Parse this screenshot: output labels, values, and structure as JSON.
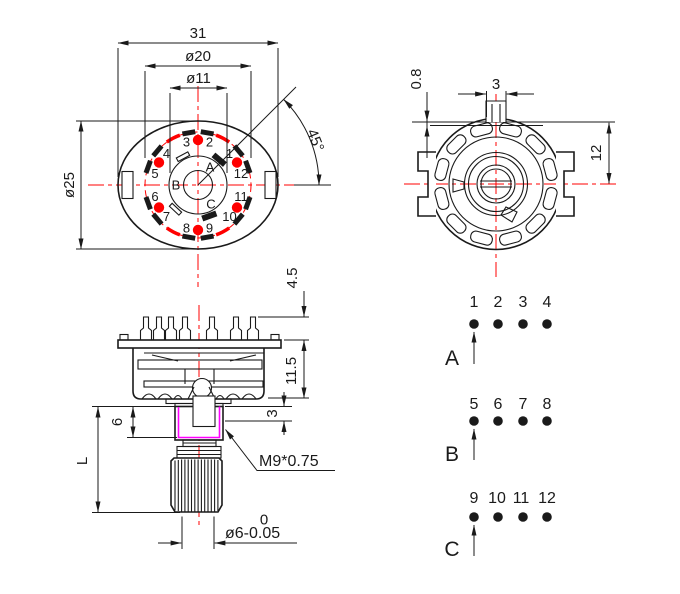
{
  "drawing": {
    "front_view": {
      "dims": {
        "overall_width": "31",
        "contact_circle": "ø20",
        "inner_circle": "ø11",
        "body_height": "ø25",
        "step_angle": "45°"
      },
      "position_labels": [
        "1",
        "2",
        "3",
        "4",
        "5",
        "6",
        "7",
        "8",
        "9",
        "10",
        "11",
        "12"
      ],
      "pole_labels": [
        "A",
        "B",
        "C"
      ]
    },
    "rear_view": {
      "dims": {
        "boss_height": "0.8",
        "tab_width": "3",
        "tab_height": "12"
      }
    },
    "side_view": {
      "dims": {
        "pin_length": "4.5",
        "body_depth": "11.5",
        "collar": "3",
        "thread_length": "6",
        "shaft_length": "L",
        "shaft_dia_tol_upper": "0",
        "shaft_dia": "ø6-0.05"
      },
      "thread_spec": "M9*0.75"
    },
    "pinout": {
      "rows": [
        {
          "label": "A",
          "pins": [
            "1",
            "2",
            "3",
            "4"
          ]
        },
        {
          "label": "B",
          "pins": [
            "5",
            "6",
            "7",
            "8"
          ]
        },
        {
          "label": "C",
          "pins": [
            "9",
            "10",
            "11",
            "12"
          ]
        }
      ]
    },
    "colors": {
      "line": "#1a1a1a",
      "centerline": "#ff0000",
      "contact_dot": "#ff0000",
      "thread_highlight": "#ff00ff",
      "background": "#ffffff"
    }
  }
}
